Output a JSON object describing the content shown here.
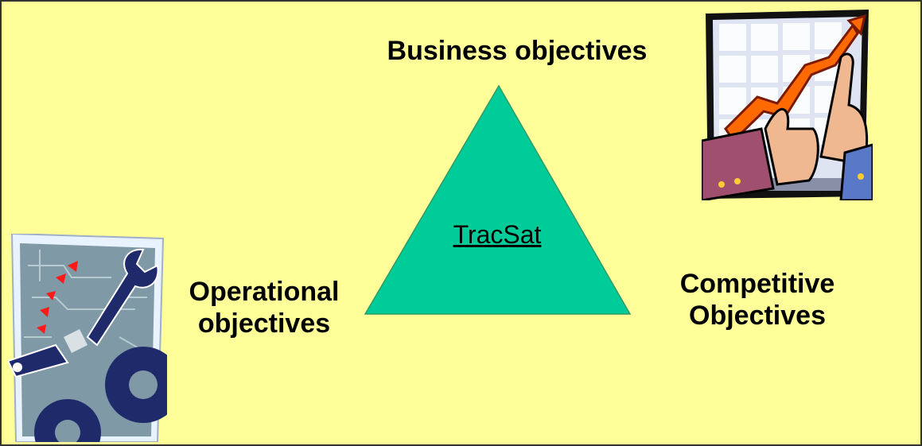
{
  "labels": {
    "business": "Business objectives",
    "operational": [
      "Operational",
      "objectives"
    ],
    "competitive": [
      "Competitive",
      "Objectives"
    ]
  },
  "center_link": "TracSat",
  "colors": {
    "background": "#ffff99",
    "triangle_fill": "#00cc99",
    "triangle_stroke": "#339966"
  },
  "icons": {
    "top_right": "business-growth-chart-icon",
    "bottom_left": "wrench-gears-icon"
  }
}
